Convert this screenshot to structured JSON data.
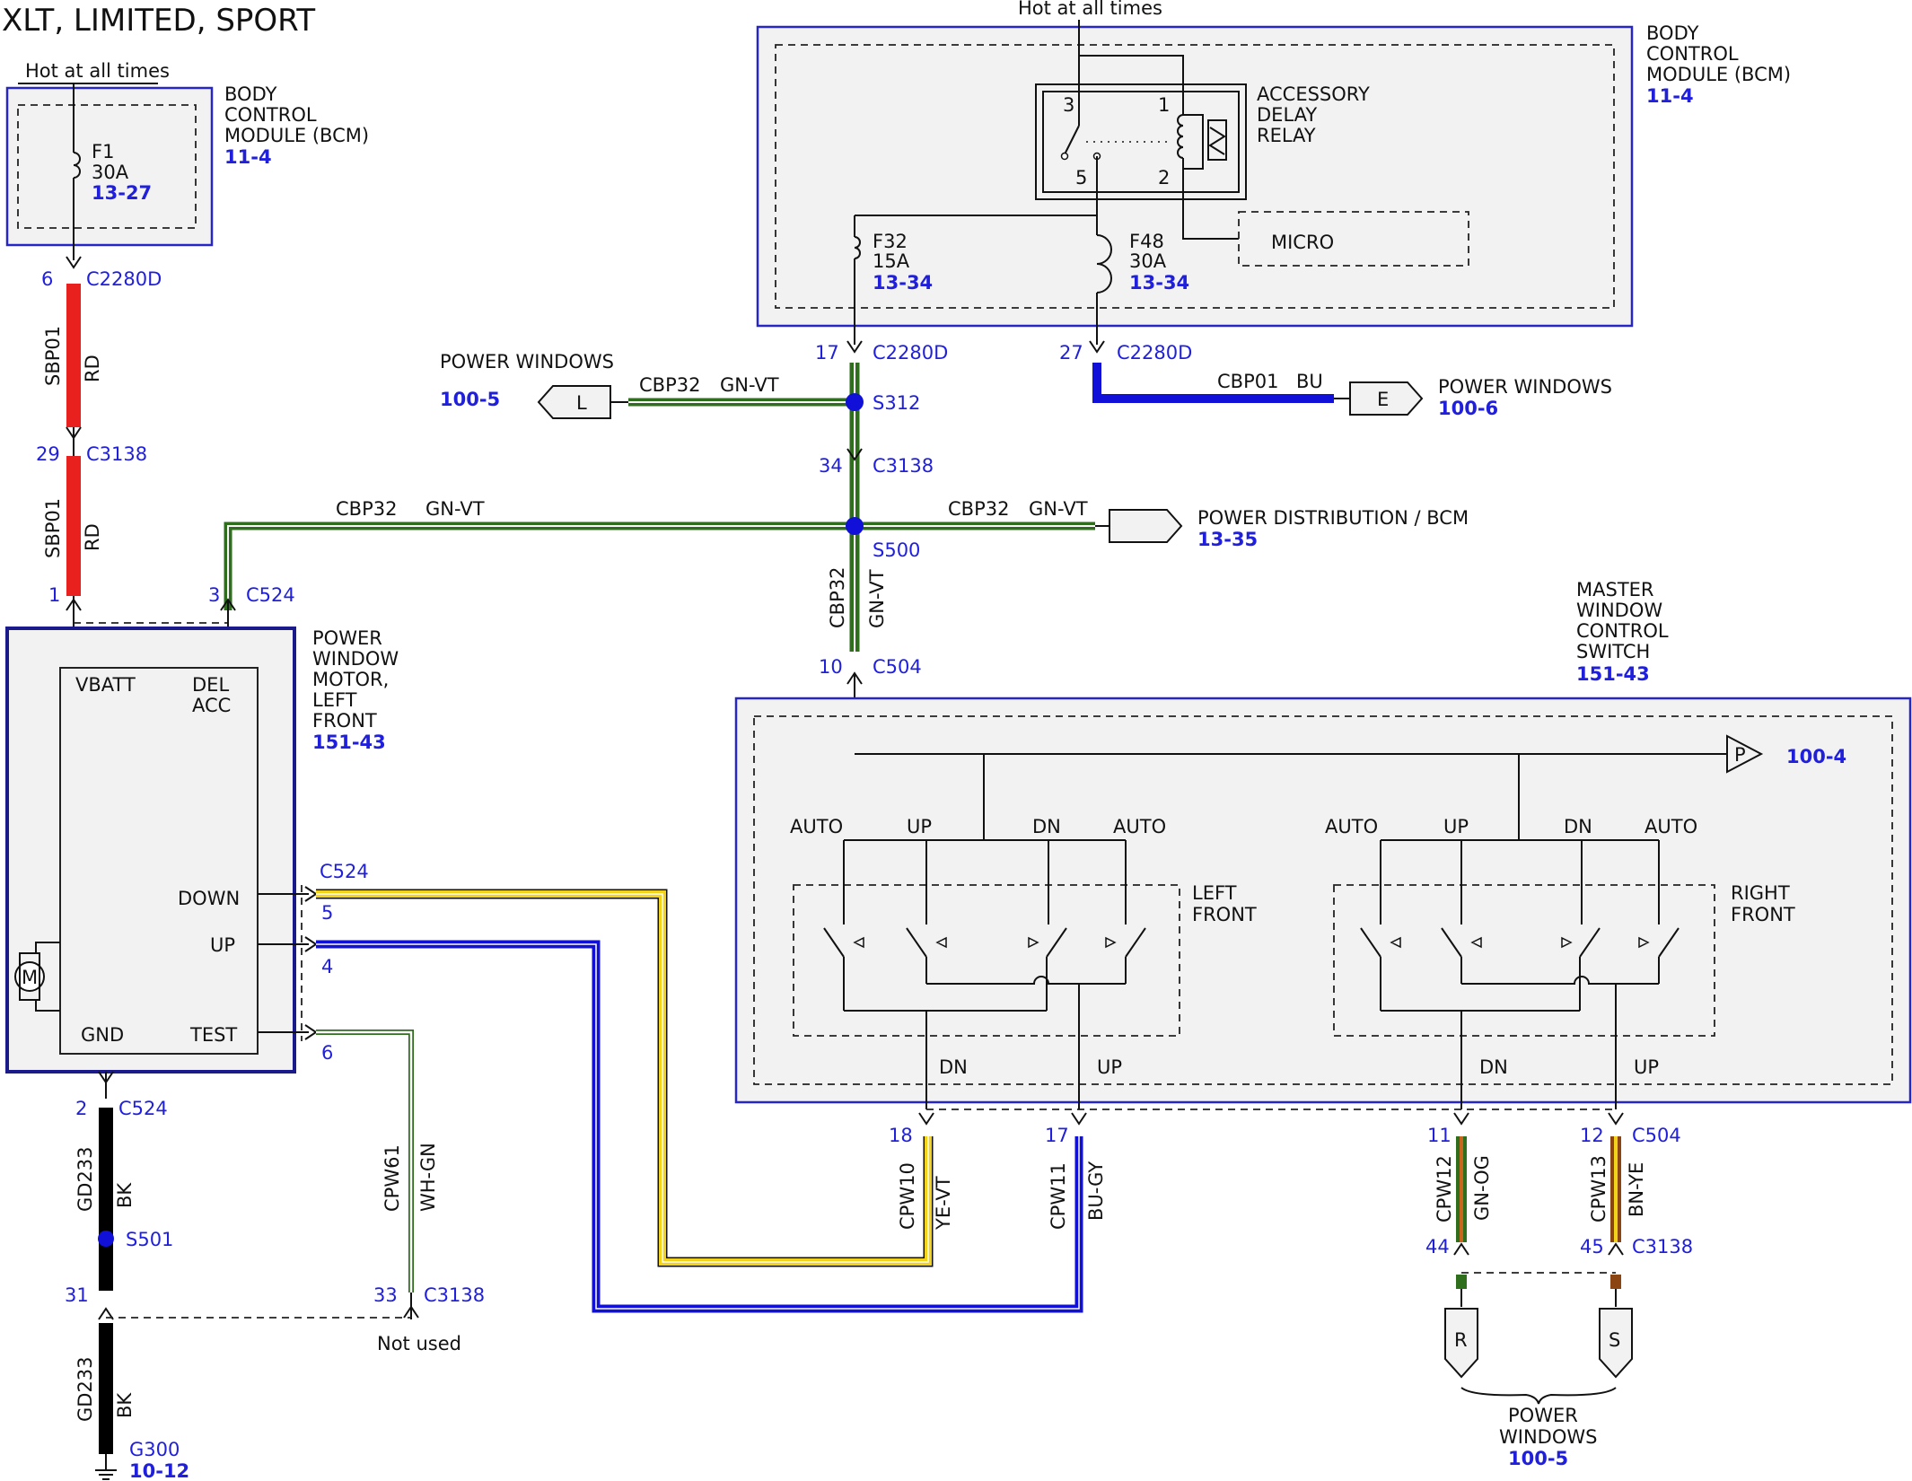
{
  "title": "XLT, LIMITED, SPORT",
  "hot_left": "Hot at all times",
  "hot_top": "Hot at all times",
  "bcm_left": {
    "lines": [
      "BODY",
      "CONTROL",
      "MODULE (BCM)"
    ],
    "ref": "11-4",
    "fuse": {
      "name": "F1",
      "rating": "30A",
      "ref": "13-27"
    }
  },
  "bcm_top": {
    "lines": [
      "BODY",
      "CONTROL",
      "MODULE (BCM)"
    ],
    "ref": "11-4",
    "relay_lines": [
      "ACCESSORY",
      "DELAY",
      "RELAY"
    ],
    "relay_pins": [
      "3",
      "1",
      "5",
      "2"
    ],
    "micro": "MICRO",
    "fuse_a": {
      "name": "F32",
      "rating": "15A",
      "ref": "13-34"
    },
    "fuse_b": {
      "name": "F48",
      "rating": "30A",
      "ref": "13-34"
    }
  },
  "pins": {
    "p6": "6",
    "c2280d_a": "C2280D",
    "p29": "29",
    "c3138_a": "C3138",
    "p1": "1",
    "p3": "3",
    "c524_a": "C524",
    "p17": "17",
    "c2280d_b": "C2280D",
    "p27": "27",
    "c2280d_c": "C2280D",
    "s312": "S312",
    "p34": "34",
    "c3138_b": "C3138",
    "s500": "S500",
    "p10": "10",
    "c504_a": "C504",
    "c524_b": "C524",
    "p5": "5",
    "p4": "4",
    "p6b": "6",
    "p2": "2",
    "c524_c": "C524",
    "s501": "S501",
    "p31": "31",
    "p33": "33",
    "c3138_c": "C3138",
    "p18": "18",
    "p17b": "17",
    "p11": "11",
    "p12": "12",
    "c504_b": "C504",
    "p44": "44",
    "p45": "45",
    "c3138_d": "C3138",
    "g300": "G300",
    "g300_ref": "10-12"
  },
  "wires": {
    "sbp01_a": {
      "circuit": "SBP01",
      "color": "RD"
    },
    "sbp01_b": {
      "circuit": "SBP01",
      "color": "RD"
    },
    "cbp32_left": {
      "circuit": "CBP32",
      "color": "GN-VT"
    },
    "cbp32_top": {
      "circuit": "CBP32",
      "color": "GN-VT"
    },
    "cbp32_right": {
      "circuit": "CBP32",
      "color": "GN-VT"
    },
    "cbp32_vert": {
      "circuit": "CBP32",
      "color": "GN-VT"
    },
    "cbp01": {
      "circuit": "CBP01",
      "color": "BU"
    },
    "gd233_a": {
      "circuit": "GD233",
      "color": "BK"
    },
    "gd233_b": {
      "circuit": "GD233",
      "color": "BK"
    },
    "cpw61": {
      "circuit": "CPW61",
      "color": "WH-GN"
    },
    "cpw10": {
      "circuit": "CPW10",
      "color": "YE-VT"
    },
    "cpw11": {
      "circuit": "CPW11",
      "color": "BU-GY"
    },
    "cpw12": {
      "circuit": "CPW12",
      "color": "GN-OG"
    },
    "cpw13": {
      "circuit": "CPW13",
      "color": "BN-YE"
    }
  },
  "refs": {
    "pw_l": {
      "label": "POWER WINDOWS",
      "ref": "100-5",
      "letter": "L"
    },
    "pw_e": {
      "label": "POWER WINDOWS",
      "ref": "100-6",
      "letter": "E"
    },
    "pd": {
      "label": "POWER DISTRIBUTION / BCM",
      "ref": "13-35"
    },
    "p": {
      "letter": "P",
      "ref": "100-4"
    },
    "r": {
      "letter": "R"
    },
    "s": {
      "letter": "S"
    },
    "pw_bottom": {
      "lines": [
        "POWER",
        "WINDOWS"
      ],
      "ref": "100-5"
    }
  },
  "motor": {
    "lines": [
      "POWER",
      "WINDOW",
      "MOTOR,",
      "LEFT",
      "FRONT"
    ],
    "ref": "151-43",
    "vbatt": "VBATT",
    "del": "DEL",
    "acc": "ACC",
    "down": "DOWN",
    "up": "UP",
    "gnd": "GND",
    "test": "TEST",
    "m": "M"
  },
  "switch": {
    "lines": [
      "MASTER",
      "WINDOW",
      "CONTROL",
      "SWITCH"
    ],
    "ref": "151-43",
    "auto": "AUTO",
    "up": "UP",
    "dn": "DN",
    "left_lines": [
      "LEFT",
      "FRONT"
    ],
    "right_lines": [
      "RIGHT",
      "FRONT"
    ]
  },
  "not_used": "Not used",
  "colors": {
    "red": "#e8201e",
    "green": "#2e6e1c",
    "blue": "#1010d8",
    "yellow": "#f2d21a",
    "black": "#000000",
    "orange": "#c8641e",
    "label_blue": "#1f1fdc"
  }
}
